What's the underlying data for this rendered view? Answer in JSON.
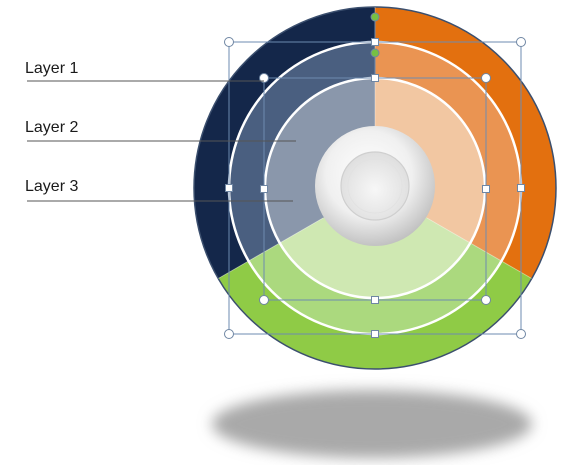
{
  "labels": [
    {
      "id": "layer-1",
      "text": "Layer 1"
    },
    {
      "id": "layer-2",
      "text": "Layer 2"
    },
    {
      "id": "layer-3",
      "text": "Layer 3"
    }
  ],
  "segments": [
    {
      "name": "navy",
      "outer": "#14274a",
      "mid": "#4a5f80",
      "inner": "#8a97ab"
    },
    {
      "name": "orange",
      "outer": "#e3700f",
      "mid": "#ea9452",
      "inner": "#f2c7a2"
    },
    {
      "name": "green",
      "outer": "#8fcb46",
      "mid": "#abd97e",
      "inner": "#cfe8b2"
    }
  ],
  "colors": {
    "separator": "#ffffff",
    "selection_box": "#6d8bb0",
    "handle_fill": "#ffffff",
    "rotate_handle": "#76c043",
    "shadow": "#a9a9a9",
    "hub": "#eeeeee"
  }
}
